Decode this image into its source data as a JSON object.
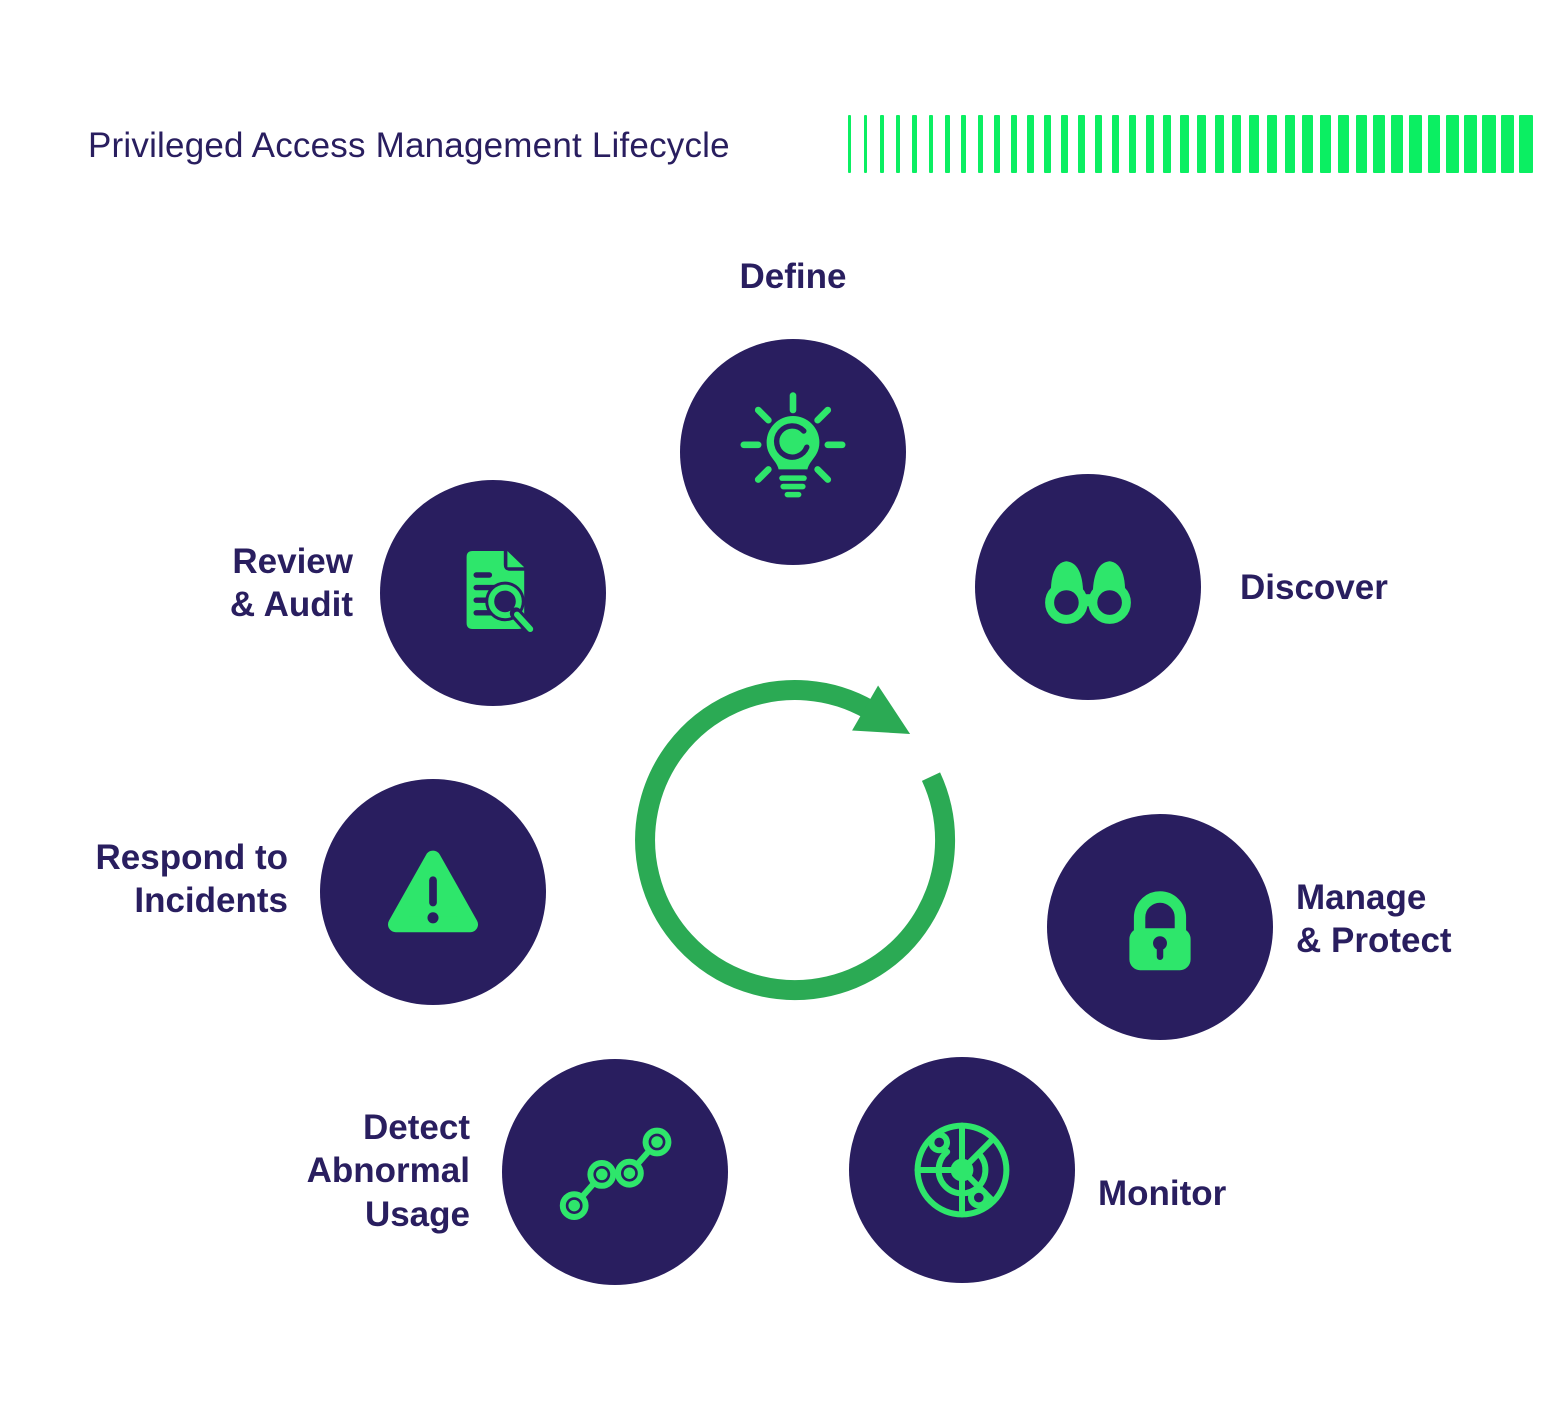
{
  "title": "Privileged Access Management Lifecycle",
  "colors": {
    "navy": "#291E5F",
    "icon_green": "#2EE66B",
    "bar_green": "#0BEF62",
    "ring_green": "#2BAA54",
    "background": "#FFFFFF"
  },
  "decoration": {
    "bar_count": 40,
    "bar_min_width": 3,
    "bar_max_width": 14,
    "bar_min_gap": 4.5,
    "bar_max_gap": 13
  },
  "center": {
    "icon": "circular-arrow-clockwise"
  },
  "stages": [
    {
      "id": "define",
      "label": "Define",
      "icon": "lightbulb-icon"
    },
    {
      "id": "discover",
      "label": "Discover",
      "icon": "binoculars-icon"
    },
    {
      "id": "manage",
      "label": "Manage\n& Protect",
      "icon": "padlock-icon"
    },
    {
      "id": "monitor",
      "label": "Monitor",
      "icon": "radar-icon"
    },
    {
      "id": "detect",
      "label": "Detect\nAbnormal\nUsage",
      "icon": "trend-line-icon"
    },
    {
      "id": "respond",
      "label": "Respond to\nIncidents",
      "icon": "warning-triangle-icon"
    },
    {
      "id": "review",
      "label": "Review\n& Audit",
      "icon": "document-search-icon"
    }
  ]
}
